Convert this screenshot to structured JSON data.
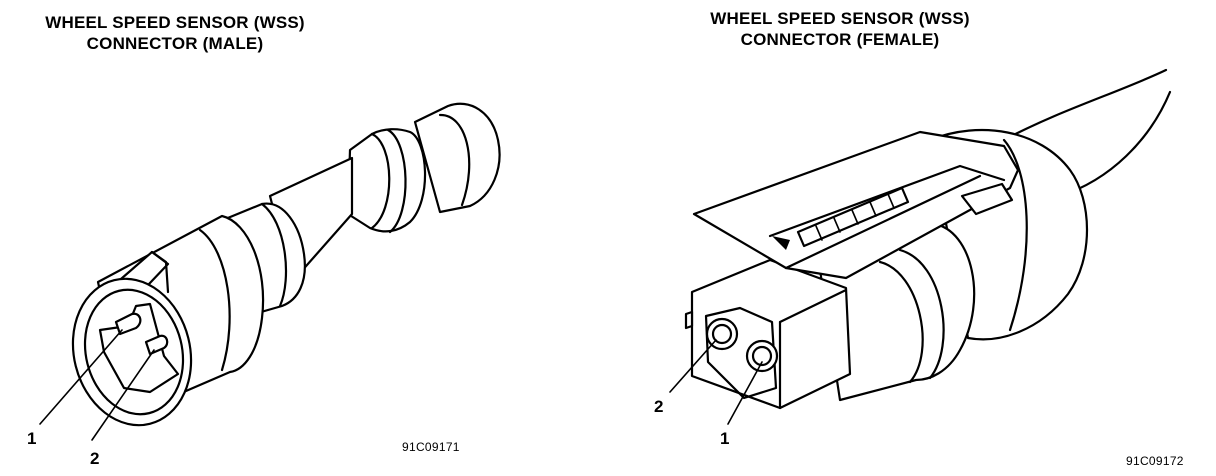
{
  "left_panel": {
    "title_line1": "WHEEL SPEED SENSOR (WSS)",
    "title_line2": "CONNECTOR (MALE)",
    "callout_1": "1",
    "callout_2": "2",
    "figure_id": "91C09171"
  },
  "right_panel": {
    "title_line1": "WHEEL SPEED SENSOR (WSS)",
    "title_line2": "CONNECTOR (FEMALE)",
    "callout_1": "1",
    "callout_2": "2",
    "figure_id": "91C09172"
  }
}
